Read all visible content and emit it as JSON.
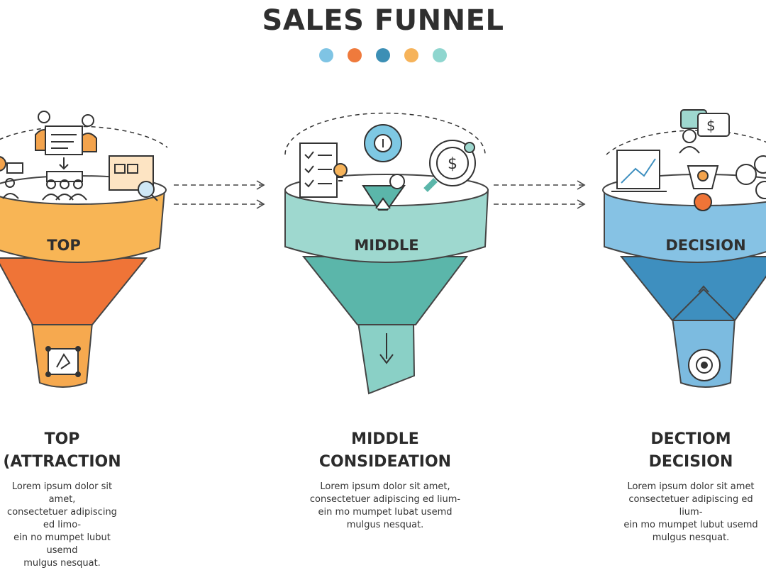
{
  "title": "SALES FUNNEL",
  "accent_dots": [
    "#7fc4e4",
    "#ef7a3c",
    "#3c8fb5",
    "#f6b35a",
    "#8fd6cf"
  ],
  "stages": [
    {
      "label": "TOP",
      "heading_line1": "TOP",
      "heading_line2": "(ATTRACTION",
      "body": [
        "Lorem ipsum dolor sit amet,",
        "consectetuer adipiscing ed limo-",
        "ein no mumpet lubut usemd",
        "mulgus nesquat."
      ],
      "colors": {
        "rim": "#f8b555",
        "cone": "#ef7437",
        "stem": "#f6a94f"
      }
    },
    {
      "label": "MIDDLE",
      "heading_line1": "MIDDLE",
      "heading_line2": "CONSIDEATION",
      "body": [
        "Lorem ipsum dolor sit amet,",
        "consectetuer adipiscing ed lium-",
        "ein mo mumpet lubat usemd",
        "mulgus nesquat."
      ],
      "colors": {
        "rim": "#9ed8cf",
        "cone": "#5bb6aa",
        "stem": "#8ad0c6"
      }
    },
    {
      "label": "DECISION",
      "heading_line1": "DECTIOM",
      "heading_line2": "DECISION",
      "body": [
        "Lorem ipsum dolor sit amet",
        "consectetuer adipiscing ed lium-",
        "ein mo mumpet lubut usemd",
        "mulgus nesquat."
      ],
      "colors": {
        "rim": "#86c2e4",
        "cone": "#3e8fbf",
        "stem": "#7cbbe0"
      }
    }
  ]
}
